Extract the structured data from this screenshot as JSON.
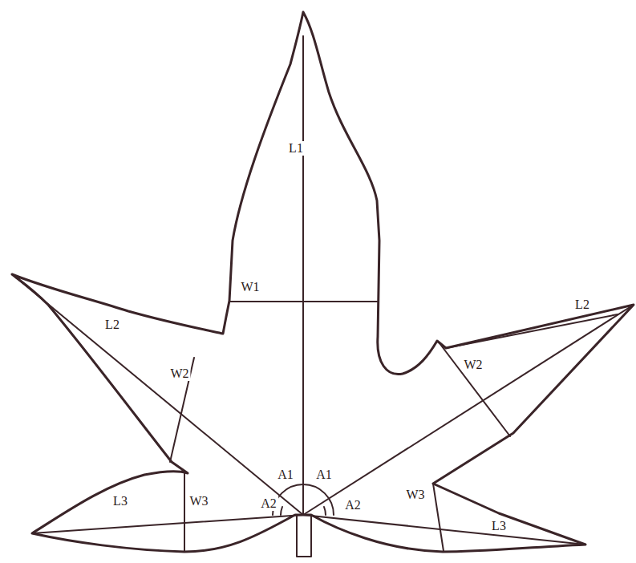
{
  "diagram": {
    "labels": [
      "L1",
      "W1",
      "L2",
      "L2",
      "W2",
      "W2",
      "L3",
      "W3",
      "A2",
      "A1",
      "A1",
      "A2",
      "W3",
      "L3"
    ]
  }
}
